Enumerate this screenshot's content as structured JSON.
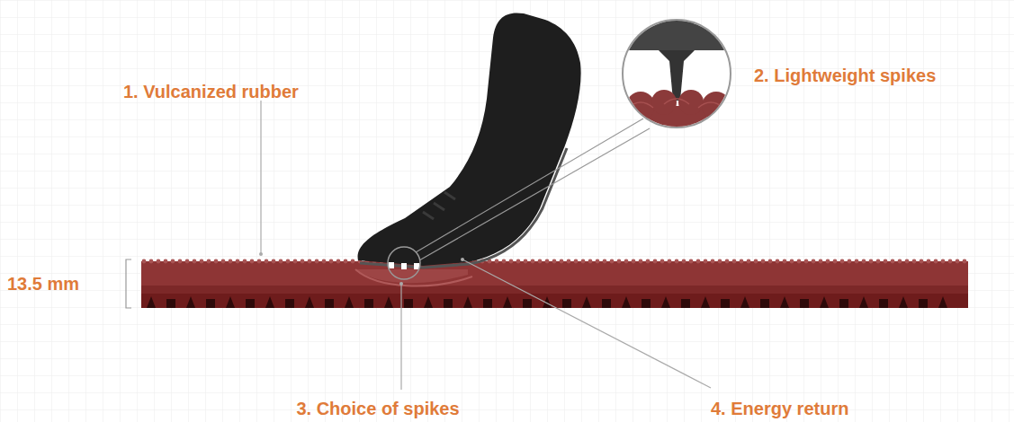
{
  "diagram": {
    "labels": [
      "1. Vulcanized rubber",
      "2. Lightweight spikes",
      "3. Choice of spikes",
      "4. Energy return",
      "13.5 mm"
    ]
  }
}
